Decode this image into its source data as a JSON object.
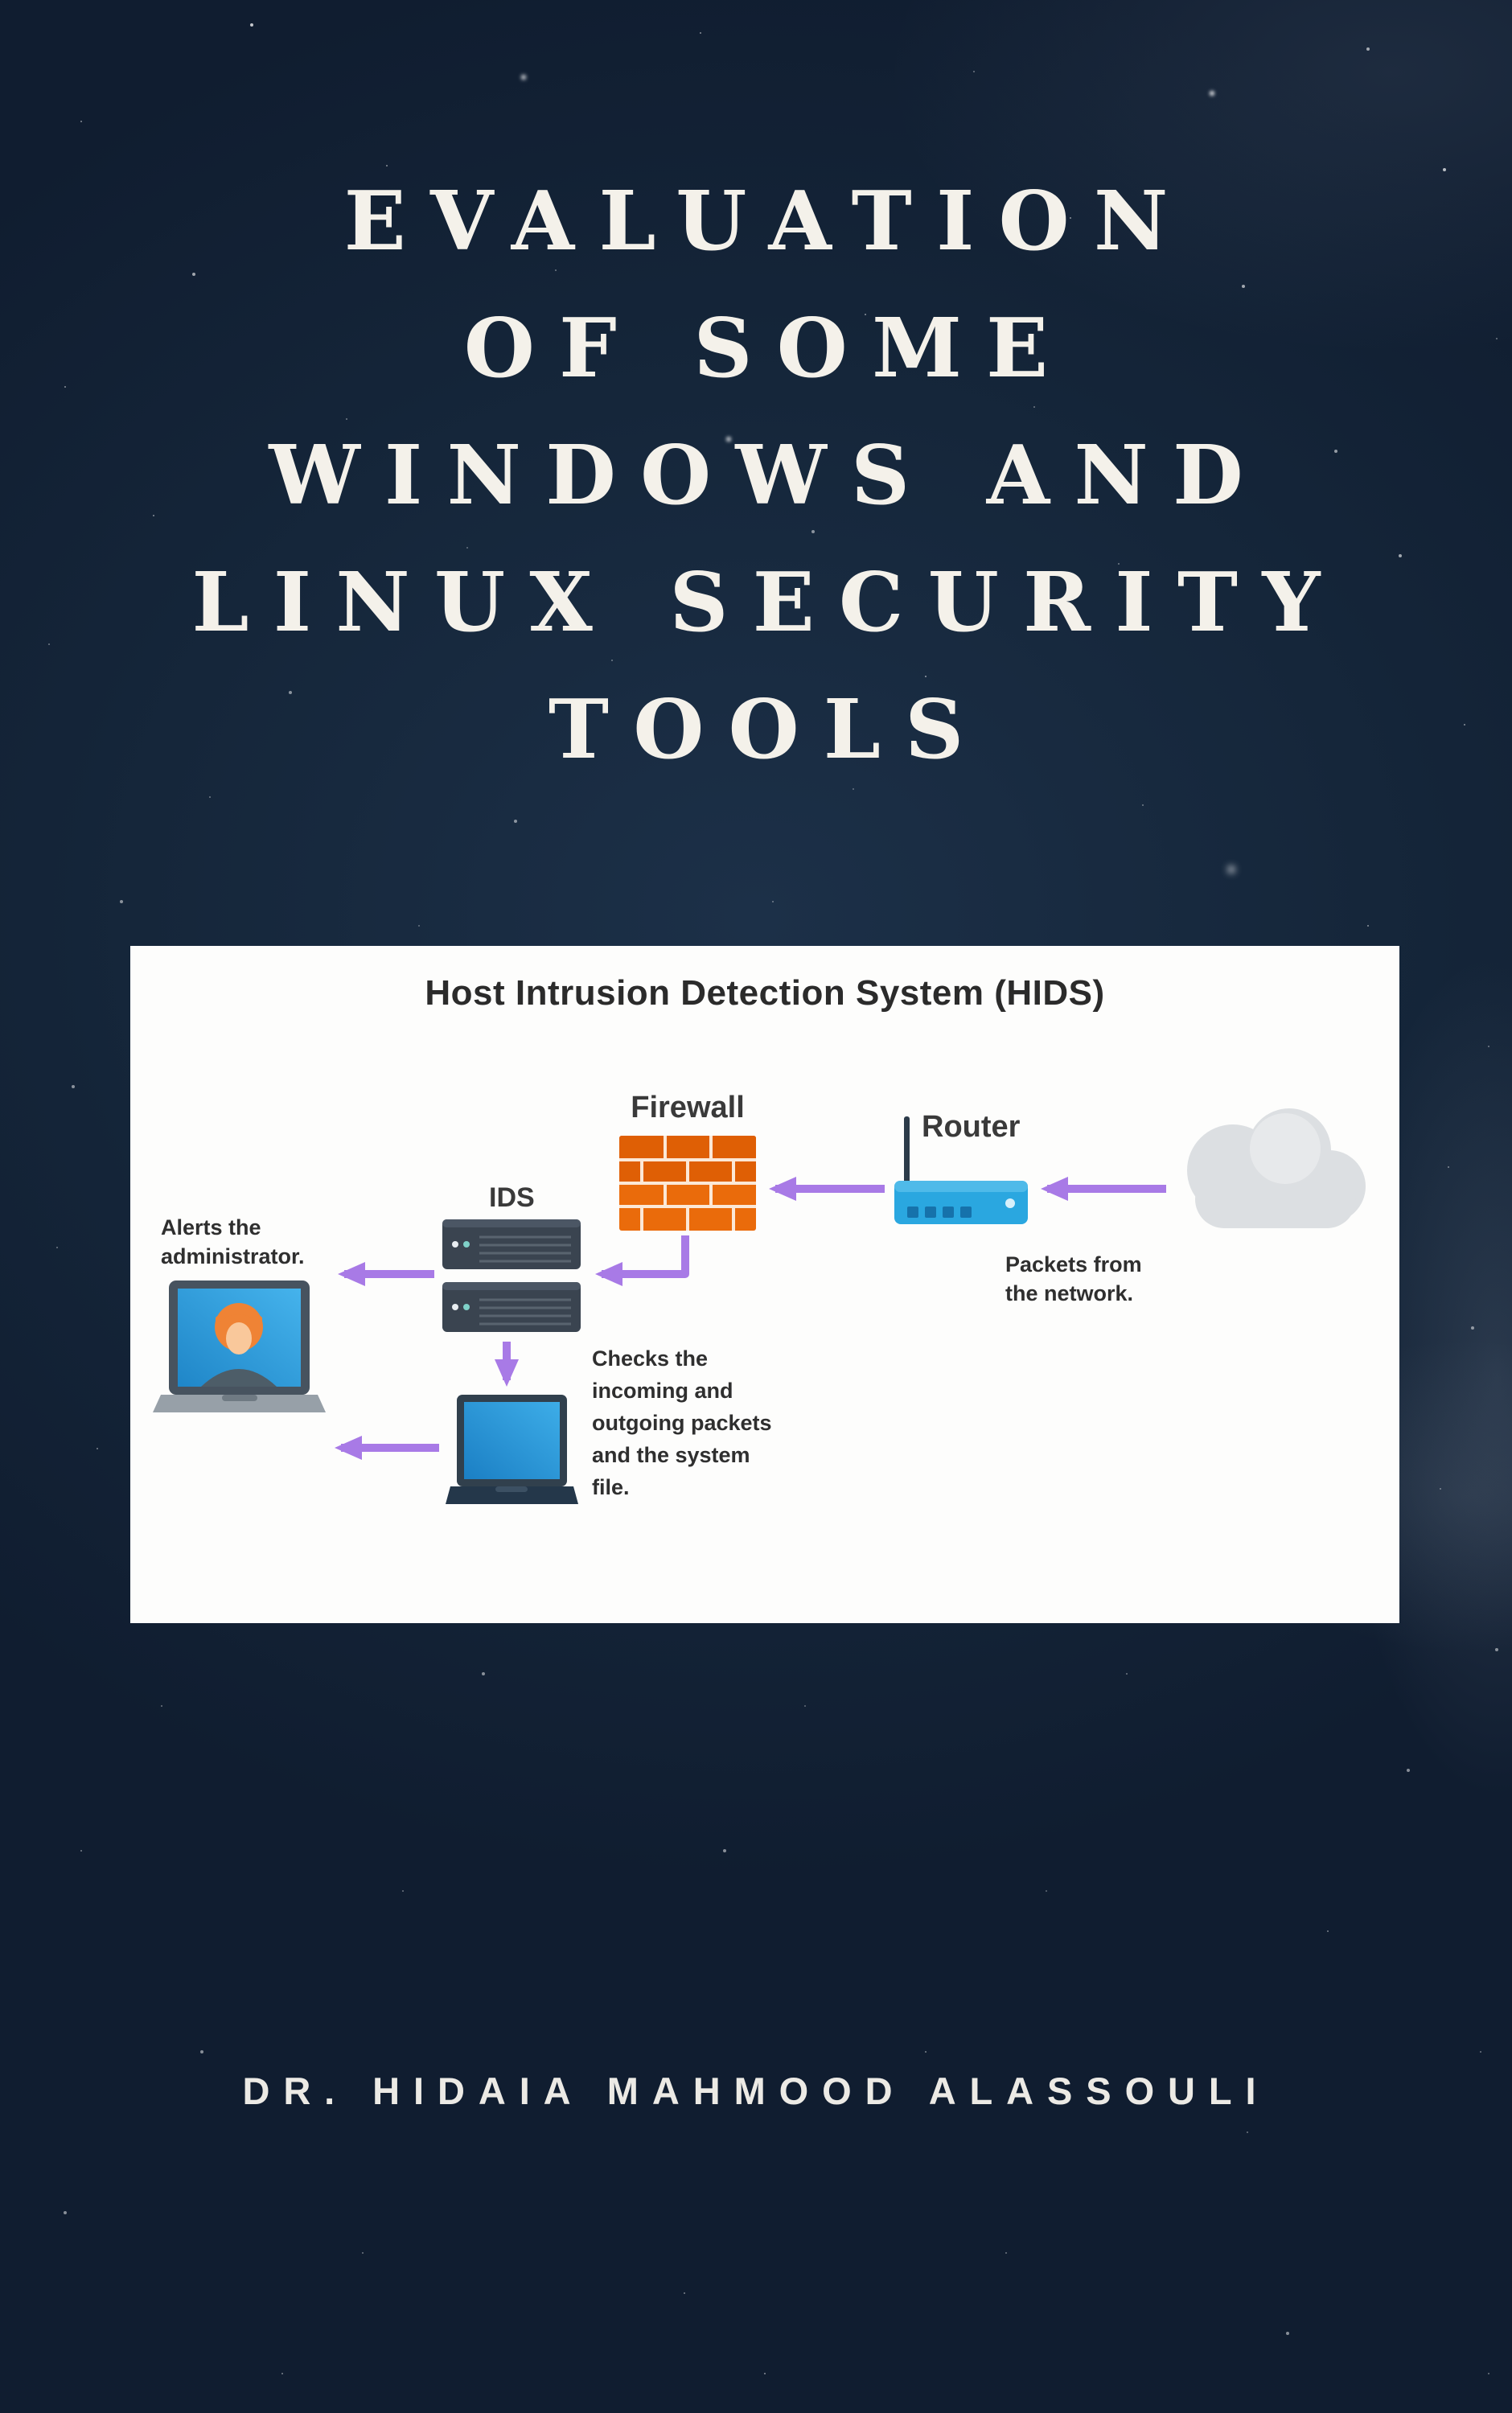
{
  "cover": {
    "title_lines": [
      "EVALUATION",
      "OF SOME",
      "WINDOWS AND",
      "LINUX SECURITY",
      "TOOLS"
    ],
    "author": "DR. HIDAIA MAHMOOD ALASSOULI"
  },
  "diagram": {
    "title": "Host Intrusion Detection System (HIDS)",
    "nodes": {
      "firewall_label": "Firewall",
      "router_label": "Router",
      "ids_label": "IDS"
    },
    "annotations": {
      "alerts": "Alerts the administrator.",
      "packets": "Packets from the network.",
      "checks": "Checks the incoming and outgoing packets and the system file."
    },
    "colors": {
      "background_navy": "#15263a",
      "panel_white": "#fdfdfc",
      "arrow_purple": "#a87ae6",
      "firewall_orange": "#ea6b0b",
      "router_blue": "#2aa7e0",
      "server_dark": "#3a4450",
      "cloud_gray": "#dcdfe2",
      "title_text": "#f4f1ea"
    }
  }
}
